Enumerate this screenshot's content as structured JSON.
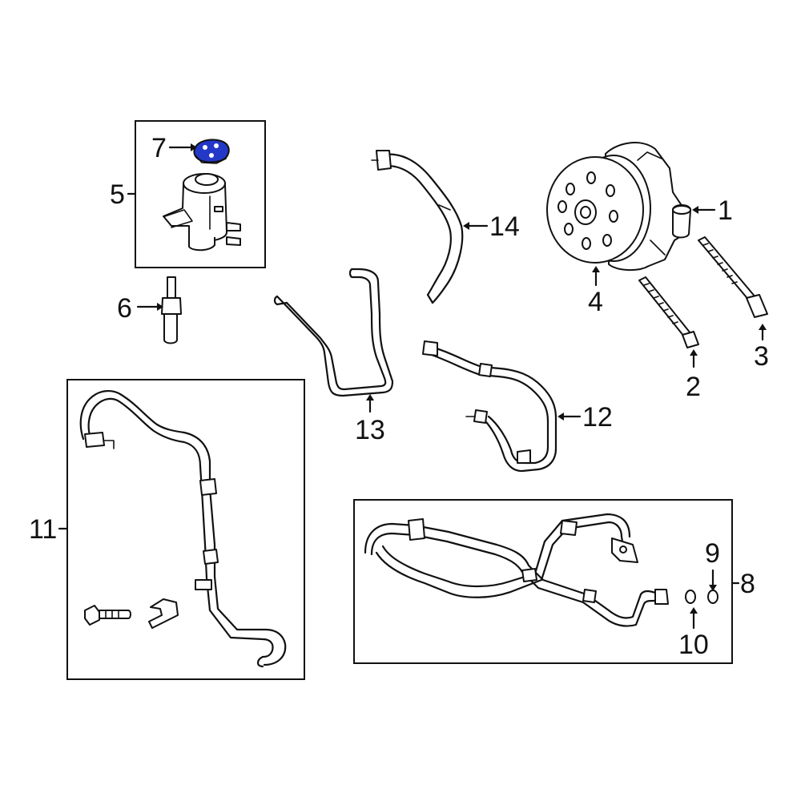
{
  "colors": {
    "background": "#ffffff",
    "line": "#111111",
    "highlight": "#2438c8"
  },
  "callouts": {
    "c1": "1",
    "c2": "2",
    "c3": "3",
    "c4": "4",
    "c5": "5",
    "c6": "6",
    "c7": "7",
    "c8": "8",
    "c9": "9",
    "c10": "10",
    "c11": "11",
    "c12": "12",
    "c13": "13",
    "c14": "14"
  },
  "highlighted_part": "7"
}
